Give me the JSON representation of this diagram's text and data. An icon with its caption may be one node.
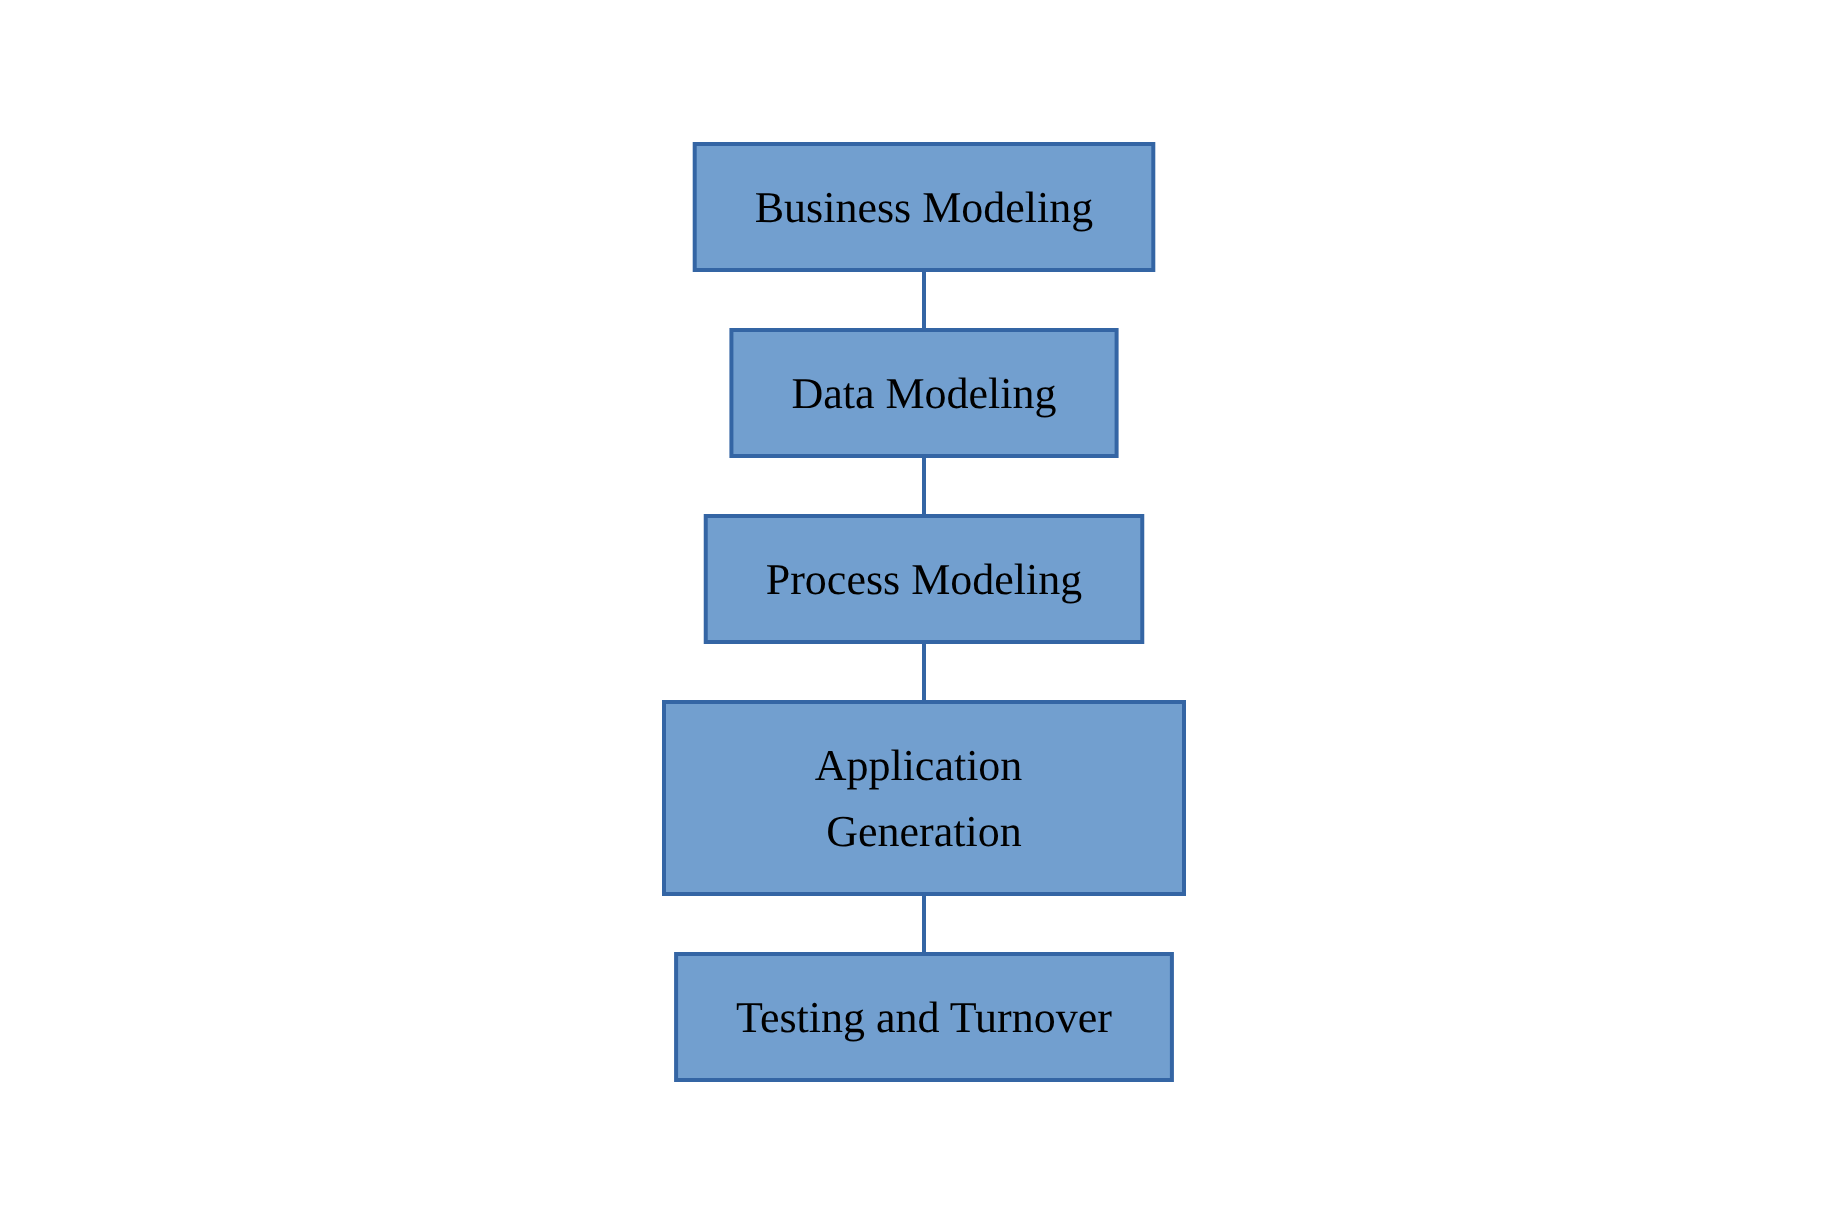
{
  "diagram": {
    "nodes": [
      {
        "text": [
          "Business Modeling"
        ]
      },
      {
        "text": [
          "Data Modeling"
        ]
      },
      {
        "text": [
          "Process Modeling"
        ]
      },
      {
        "text": [
          "Application Generation"
        ]
      },
      {
        "text": [
          "Testing and Turnover"
        ]
      }
    ],
    "edges": [
      {
        "from": 0,
        "to": 1,
        "arrow": "none"
      },
      {
        "from": 1,
        "to": 2,
        "arrow": "none"
      },
      {
        "from": 2,
        "to": 3,
        "arrow": "none"
      },
      {
        "from": 3,
        "to": 4,
        "arrow": "none"
      }
    ]
  }
}
